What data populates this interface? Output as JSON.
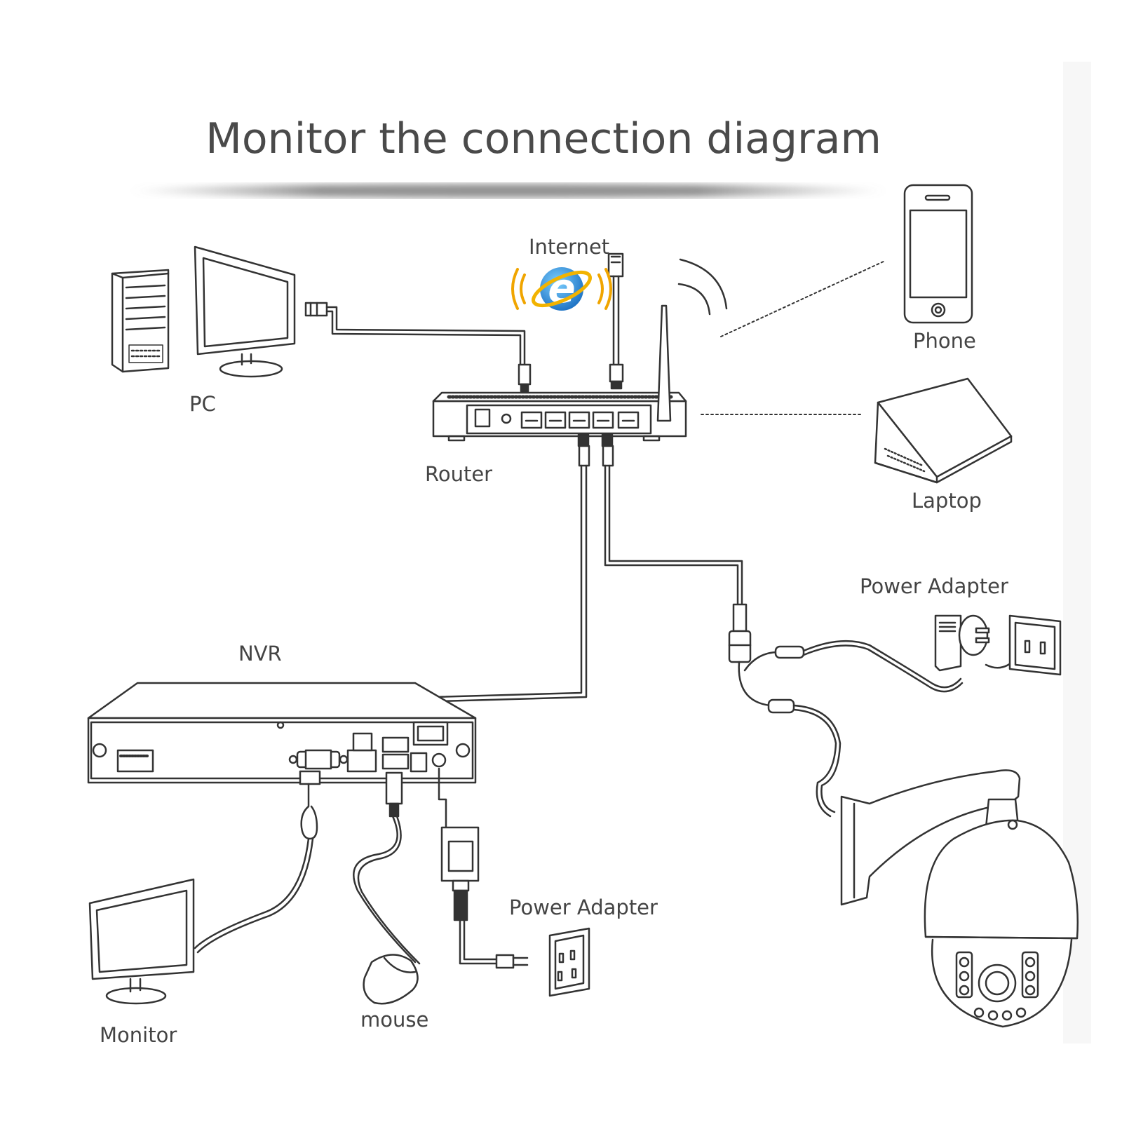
{
  "title": "Monitor the connection diagram",
  "labels": {
    "internet": "Internet",
    "pc": "PC",
    "phone": "Phone",
    "router": "Router",
    "laptop": "Laptop",
    "power_adapter_camera": "Power Adapter",
    "nvr": "NVR",
    "power_adapter_nvr": "Power Adapter",
    "monitor": "Monitor",
    "mouse": "mouse"
  },
  "colors": {
    "line": "#333333",
    "text": "#444444",
    "ie_blue": "#2a8fd8",
    "ie_ring": "#f2b300",
    "signal": "#f0a500"
  },
  "icons": [
    "internet-explorer-icon",
    "wifi-signal-icon"
  ]
}
